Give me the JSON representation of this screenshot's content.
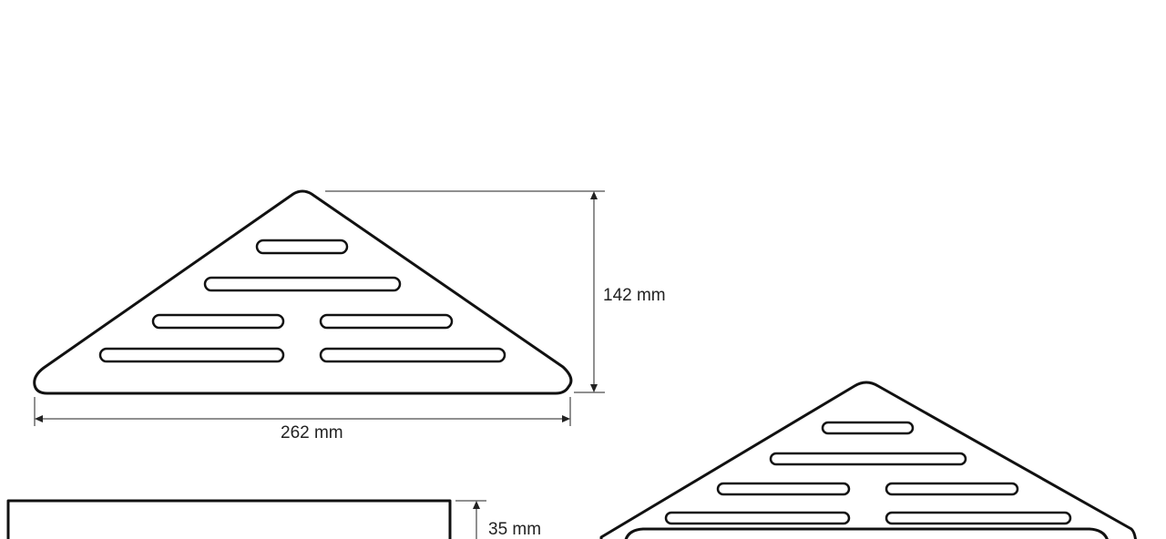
{
  "dimensions": {
    "height": "142 mm",
    "width": "262 mm",
    "depth": "35 mm"
  },
  "colors": {
    "line": "#111111",
    "dimension": "#222222",
    "background": "#ffffff"
  }
}
